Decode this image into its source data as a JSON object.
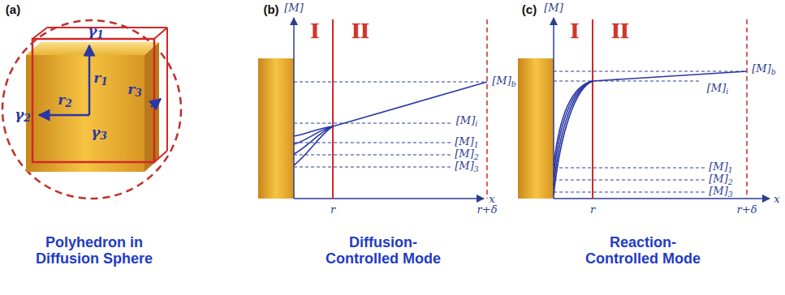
{
  "diagram": {
    "labels": [
      "(a)",
      "γ1",
      "r1",
      "r2",
      "γ2",
      "r3",
      "γ3",
      "Polyhedron in Diffusion Sphere",
      "(b)",
      "[M]",
      "I",
      "II",
      "[M]b",
      "[M]i",
      "[M]1",
      "[M]2",
      "[M]3",
      "r",
      "r+δ",
      "x",
      "Diffusion- Controlled Mode",
      "(c)",
      "[M]",
      "I",
      "II",
      "[M]b",
      "[M]i",
      "[M]1",
      "[M]2",
      "[M]3",
      "r",
      "r+δ",
      "x",
      "Reaction- Controlled Mode"
    ]
  }
}
